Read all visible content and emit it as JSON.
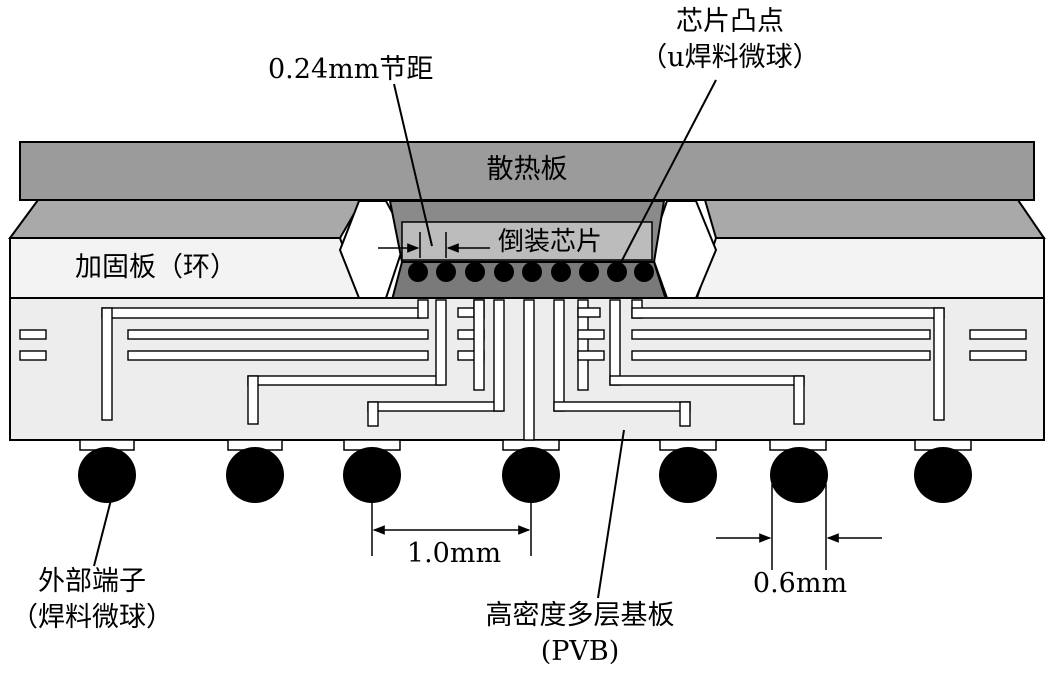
{
  "labels": {
    "heat_spreader": "散热板",
    "stiffener": "加固板（环）",
    "flip_chip": "倒装芯片",
    "chip_bump_line1": "芯片凸点",
    "chip_bump_line2": "（u焊料微球）",
    "pitch_small": "0.24mm节距",
    "ext_line1": "外部端子",
    "ext_line2": "（焊料微球）",
    "pitch_large": "1.0mm",
    "ball_diameter": "0.6mm",
    "substrate_line1": "高密度多层基板",
    "substrate_line2": "(PVB)"
  },
  "colors": {
    "heat_spreader": "#9b9b9b",
    "stiffener_top": "#a9a9a9",
    "stiffener_face": "#f0f0f0",
    "chip": "#8a8a8a",
    "chip_face": "#bdbdbd",
    "solder": "#000000",
    "substrate": "#ededed",
    "line": "#000000"
  }
}
